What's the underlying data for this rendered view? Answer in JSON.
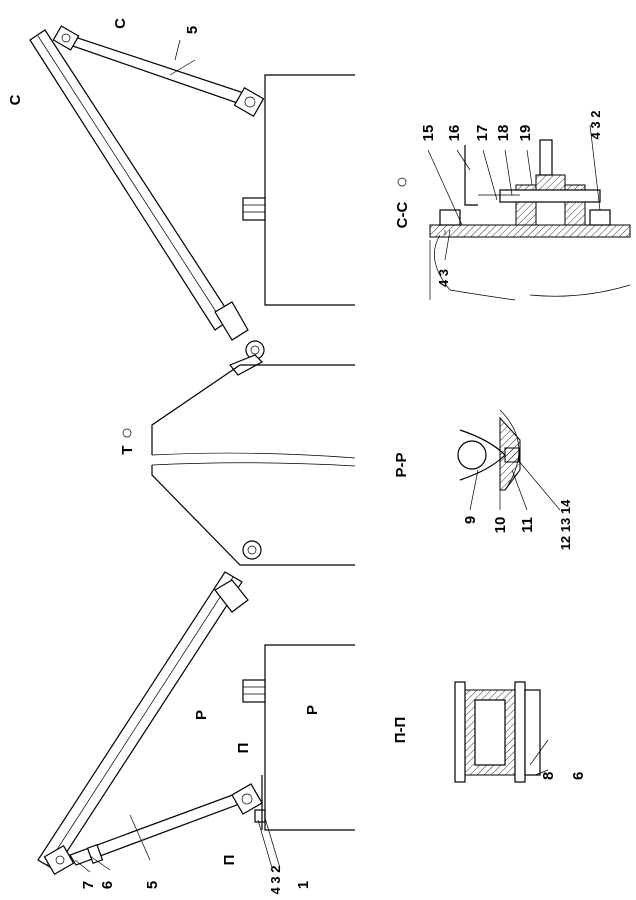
{
  "drawing": {
    "section_c_top": "C",
    "section_c_left": "C",
    "view_t": "T",
    "section_cc_title": "C-C",
    "section_pp_title": "Р-Р",
    "section_nn_title": "П-П",
    "cut_p_left": "Р",
    "cut_p_right": "Р",
    "cut_n_top": "П",
    "cut_n_bottom": "П",
    "callouts": {
      "top_rod": "5",
      "bottom_rod": "5",
      "bottom_6": "6",
      "bottom_7": "7",
      "bottom_1": "1",
      "bottom_432": "4\n3\n2",
      "cc_15": "15",
      "cc_16": "16",
      "cc_17": "17",
      "cc_18": "18",
      "cc_19": "19",
      "cc_432": "4 3 2",
      "cc_43": "4 3",
      "pp_9": "9",
      "pp_10": "10",
      "pp_11": "11",
      "pp_121314": "12 13 14",
      "nn_6": "6",
      "nn_8": "8"
    }
  }
}
